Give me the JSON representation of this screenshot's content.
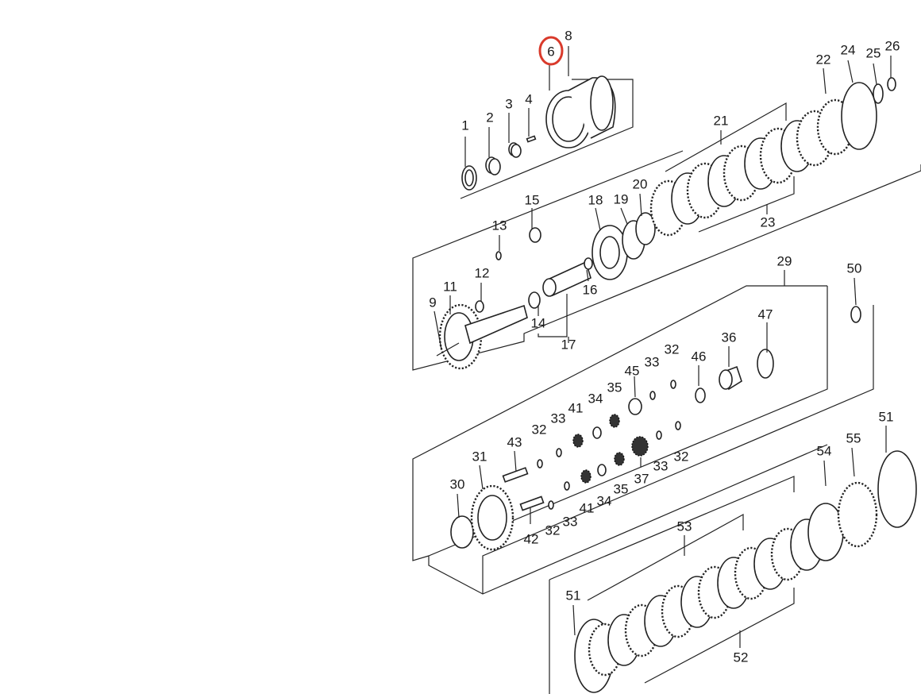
{
  "highlight_color": "#d93a2b",
  "highlighted_part": "6",
  "labels": [
    {
      "id": "p1",
      "text": "1"
    },
    {
      "id": "p2",
      "text": "2"
    },
    {
      "id": "p3",
      "text": "3"
    },
    {
      "id": "p4",
      "text": "4"
    },
    {
      "id": "p6",
      "text": "6"
    },
    {
      "id": "p8",
      "text": "8"
    },
    {
      "id": "p9",
      "text": "9"
    },
    {
      "id": "p11",
      "text": "11"
    },
    {
      "id": "p12",
      "text": "12"
    },
    {
      "id": "p13",
      "text": "13"
    },
    {
      "id": "p14",
      "text": "14"
    },
    {
      "id": "p15",
      "text": "15"
    },
    {
      "id": "p16",
      "text": "16"
    },
    {
      "id": "p17",
      "text": "17"
    },
    {
      "id": "p18",
      "text": "18"
    },
    {
      "id": "p19",
      "text": "19"
    },
    {
      "id": "p20",
      "text": "20"
    },
    {
      "id": "p21",
      "text": "21"
    },
    {
      "id": "p22",
      "text": "22"
    },
    {
      "id": "p23",
      "text": "23"
    },
    {
      "id": "p24",
      "text": "24"
    },
    {
      "id": "p25",
      "text": "25"
    },
    {
      "id": "p26",
      "text": "26"
    },
    {
      "id": "p29",
      "text": "29"
    },
    {
      "id": "p30",
      "text": "30"
    },
    {
      "id": "p31",
      "text": "31"
    },
    {
      "id": "p32a",
      "text": "32"
    },
    {
      "id": "p32b",
      "text": "32"
    },
    {
      "id": "p32c",
      "text": "32"
    },
    {
      "id": "p32d",
      "text": "32"
    },
    {
      "id": "p33a",
      "text": "33"
    },
    {
      "id": "p33b",
      "text": "33"
    },
    {
      "id": "p33c",
      "text": "33"
    },
    {
      "id": "p33d",
      "text": "33"
    },
    {
      "id": "p34a",
      "text": "34"
    },
    {
      "id": "p34b",
      "text": "34"
    },
    {
      "id": "p35a",
      "text": "35"
    },
    {
      "id": "p35b",
      "text": "35"
    },
    {
      "id": "p36",
      "text": "36"
    },
    {
      "id": "p37",
      "text": "37"
    },
    {
      "id": "p41a",
      "text": "41"
    },
    {
      "id": "p41b",
      "text": "41"
    },
    {
      "id": "p42",
      "text": "42"
    },
    {
      "id": "p43",
      "text": "43"
    },
    {
      "id": "p45",
      "text": "45"
    },
    {
      "id": "p46",
      "text": "46"
    },
    {
      "id": "p47",
      "text": "47"
    },
    {
      "id": "p50",
      "text": "50"
    },
    {
      "id": "p51a",
      "text": "51"
    },
    {
      "id": "p51b",
      "text": "51"
    },
    {
      "id": "p52",
      "text": "52"
    },
    {
      "id": "p53",
      "text": "53"
    },
    {
      "id": "p54",
      "text": "54"
    },
    {
      "id": "p55",
      "text": "55"
    }
  ]
}
